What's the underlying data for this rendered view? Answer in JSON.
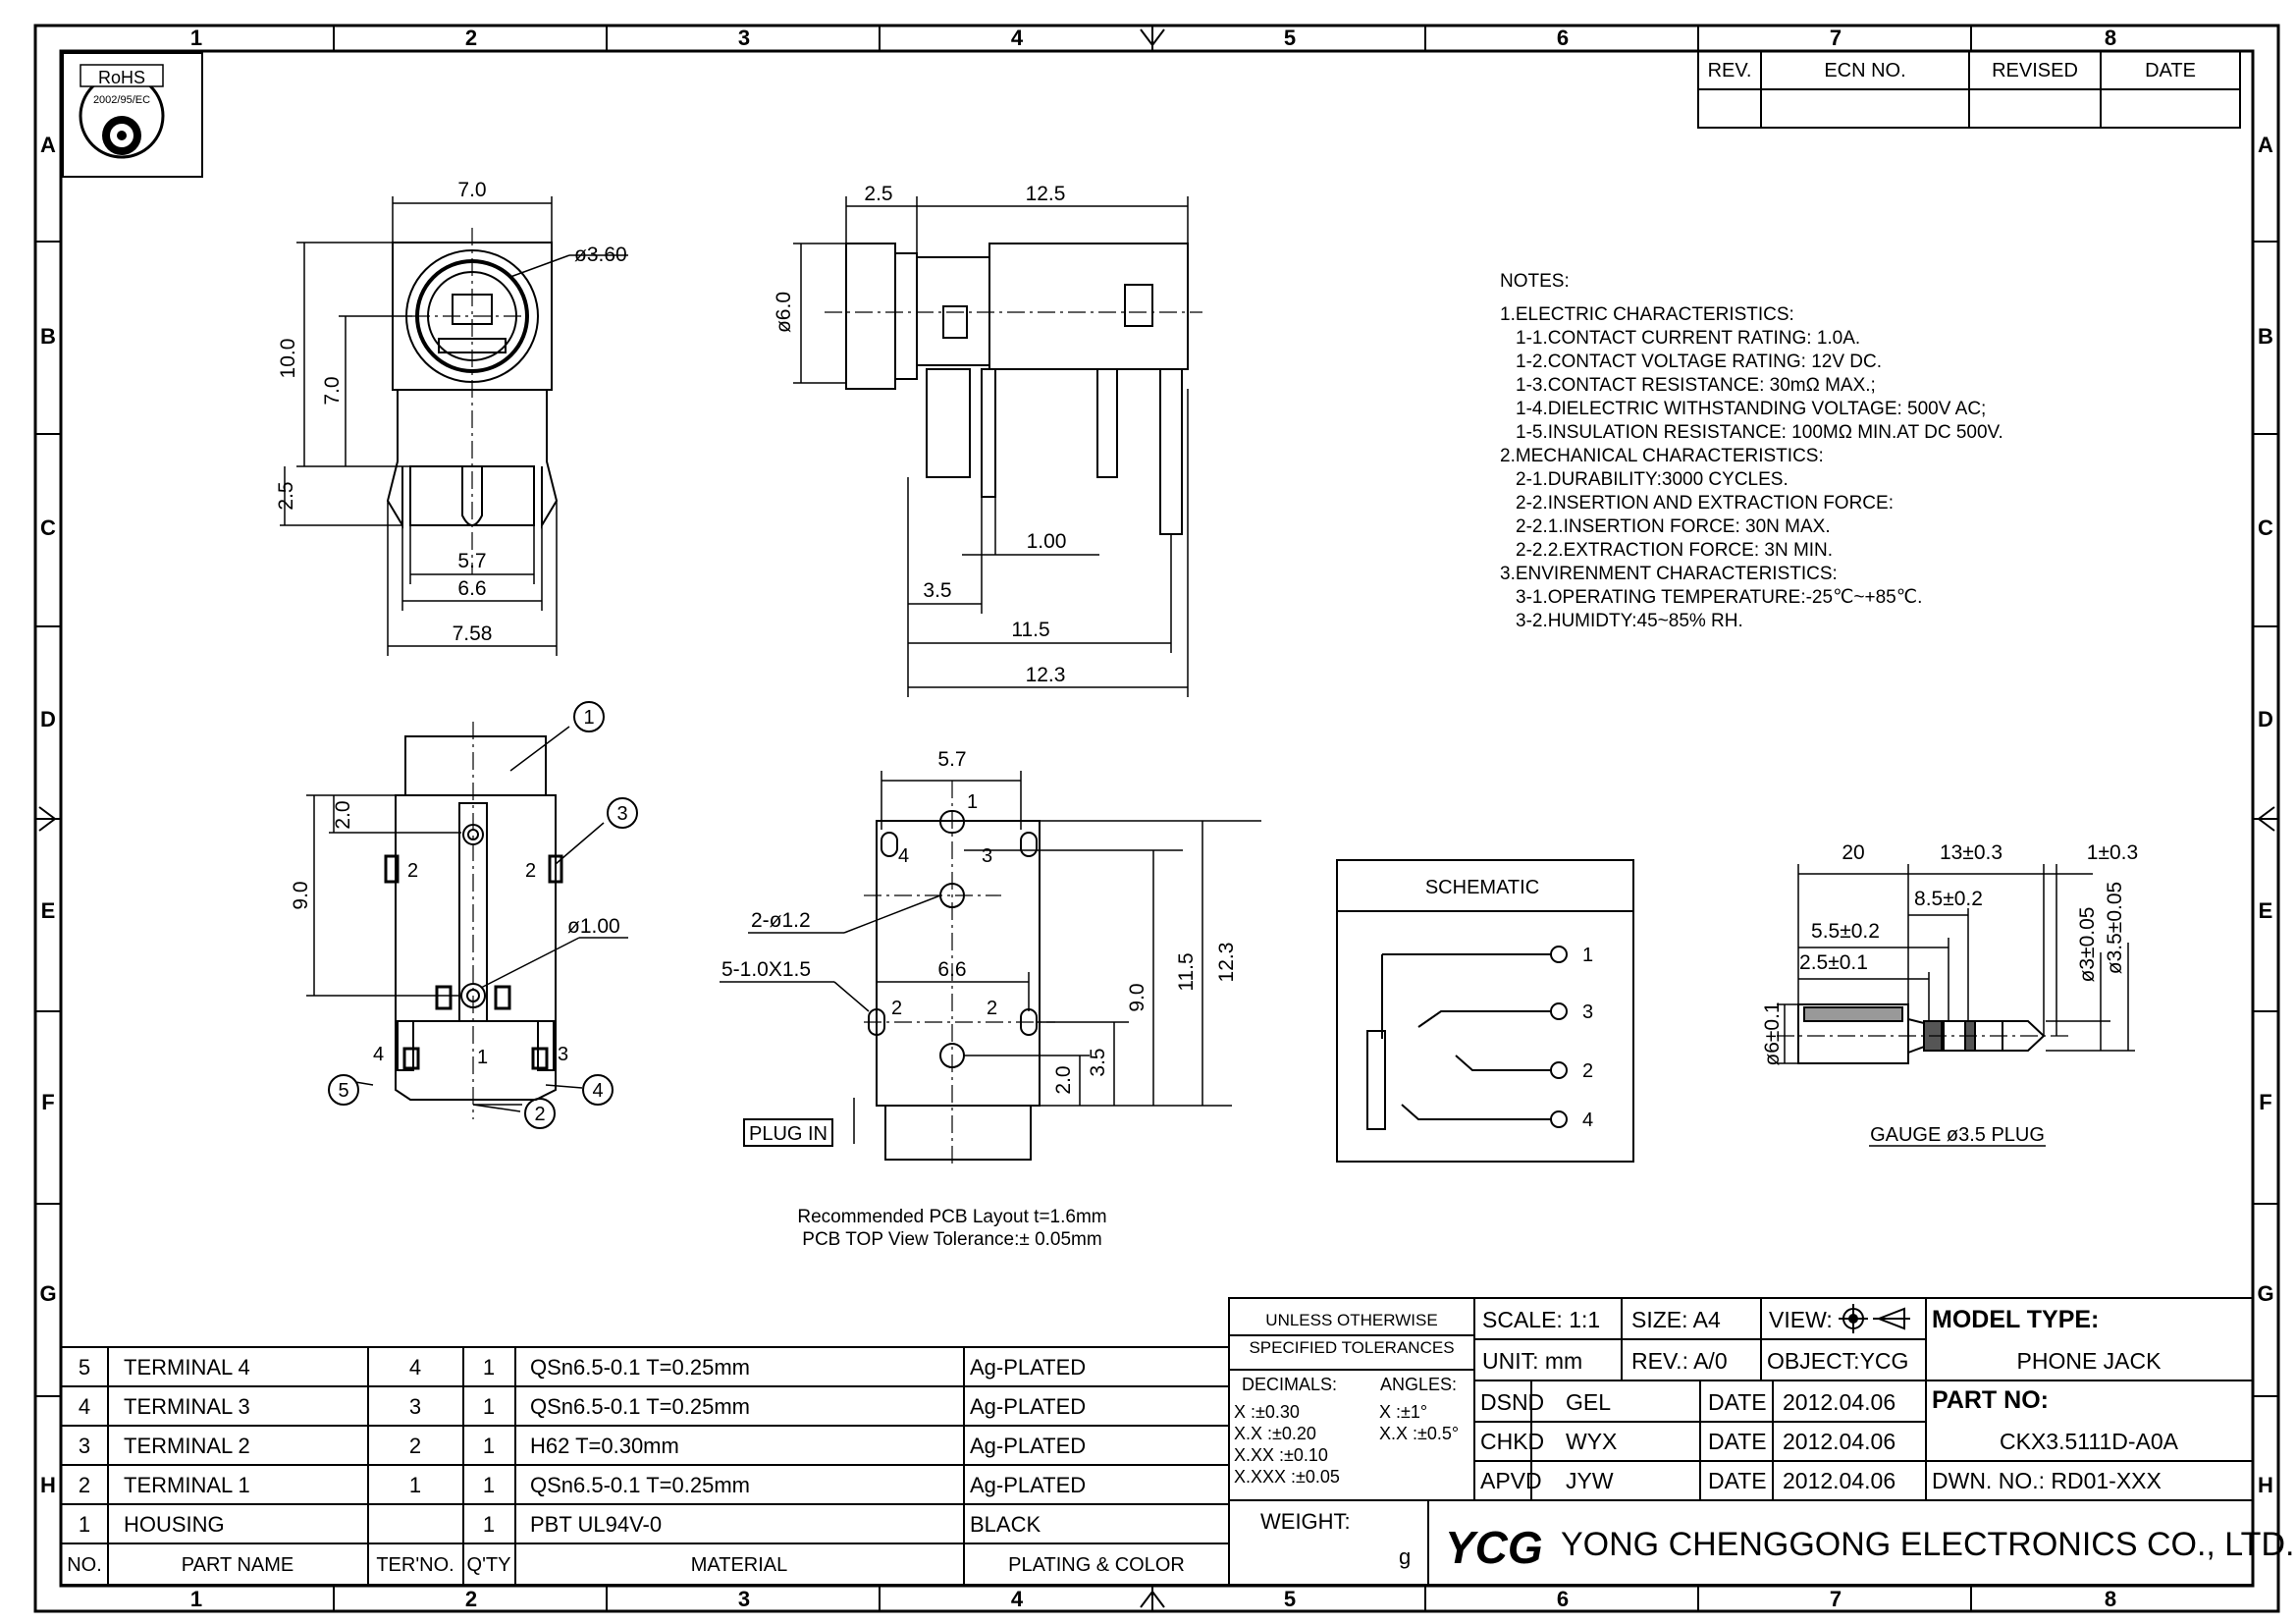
{
  "rohs": {
    "label": "RoHS",
    "directive": "2002/95/EC"
  },
  "zones": {
    "columns": [
      "1",
      "2",
      "3",
      "4",
      "5",
      "6",
      "7",
      "8"
    ],
    "rows": [
      "A",
      "B",
      "C",
      "D",
      "E",
      "F",
      "G",
      "H"
    ]
  },
  "revision_table": {
    "headers": [
      "REV.",
      "ECN NO.",
      "REVISED",
      "DATE"
    ]
  },
  "dims": {
    "front_width": "7.0",
    "front_hole": "ø3.60",
    "front_height": "10.0",
    "front_center": "7.0",
    "front_pin": "2.5",
    "front_57": "5.7",
    "front_66": "6.6",
    "front_758": "7.58",
    "side_25": "2.5",
    "side_125": "12.5",
    "side_dia": "ø6.0",
    "side_100": "1.00",
    "side_35": "3.5",
    "side_115": "11.5",
    "side_123": "12.3",
    "bottom_20": "2.0",
    "bottom_90": "9.0",
    "bottom_hole": "ø1.00",
    "pcb_57": "5.7",
    "pcb_holes": "2-ø1.2",
    "pcb_slots": "5-1.0X1.5",
    "pcb_66": "6.6",
    "pcb_90": "9.0",
    "pcb_115": "11.5",
    "pcb_123": "12.3",
    "pcb_35": "3.5",
    "pcb_20": "2.0",
    "plug_20": "20",
    "plug_13": "13±0.3",
    "plug_1": "1±0.3",
    "plug_85": "8.5±0.2",
    "plug_55": "5.5±0.2",
    "plug_25": "2.5±0.1",
    "plug_d3": "ø3±0.05",
    "plug_d35": "ø3.5±0.05",
    "plug_d6": "ø6±0.1"
  },
  "labels": {
    "circle_1": "1",
    "circle_2": "2",
    "circle_3": "3",
    "circle_4": "4",
    "circle_5": "5",
    "pin_1": "1",
    "pin_2": "2",
    "pin_3": "3",
    "pin_4": "4",
    "plug_in": "PLUG IN",
    "pcb_caption_1": "Recommended PCB Layout t=1.6mm",
    "pcb_caption_2": "PCB TOP View Tolerance:± 0.05mm",
    "schematic_title": "SCHEMATIC",
    "gauge": "GAUGE ø3.5 PLUG"
  },
  "notes": [
    "NOTES:",
    "1.ELECTRIC CHARACTERISTICS:",
    "1-1.CONTACT CURRENT RATING: 1.0A.",
    "1-2.CONTACT VOLTAGE RATING: 12V DC.",
    "1-3.CONTACT RESISTANCE: 30mΩ MAX.;",
    "1-4.DIELECTRIC WITHSTANDING VOLTAGE: 500V AC;",
    "1-5.INSULATION RESISTANCE: 100MΩ MIN.AT DC 500V.",
    "2.MECHANICAL CHARACTERISTICS:",
    "2-1.DURABILITY:3000 CYCLES.",
    "2-2.INSERTION AND EXTRACTION FORCE:",
    "2-2.1.INSERTION FORCE: 30N MAX.",
    "2-2.2.EXTRACTION FORCE: 3N MIN.",
    "3.ENVIRENMENT CHARACTERISTICS:",
    "3-1.OPERATING TEMPERATURE:-25℃~+85℃.",
    "3-2.HUMIDTY:45~85% RH."
  ],
  "bom": {
    "headers": [
      "NO.",
      "PART NAME",
      "TER'NO.",
      "Q'TY",
      "MATERIAL",
      "PLATING & COLOR"
    ],
    "rows": [
      [
        "5",
        "TERMINAL  4",
        "4",
        "1",
        "QSn6.5-0.1  T=0.25mm",
        "Ag-PLATED"
      ],
      [
        "4",
        "TERMINAL  3",
        "3",
        "1",
        "QSn6.5-0.1  T=0.25mm",
        "Ag-PLATED"
      ],
      [
        "3",
        "TERMINAL  2",
        "2",
        "1",
        "H62  T=0.30mm",
        "Ag-PLATED"
      ],
      [
        "2",
        "TERMINAL  1",
        "1",
        "1",
        "QSn6.5-0.1  T=0.25mm",
        "Ag-PLATED"
      ],
      [
        "1",
        "HOUSING",
        "",
        "1",
        "PBT  UL94V-0",
        "BLACK"
      ]
    ]
  },
  "title_block": {
    "tol_title_1": "UNLESS OTHERWISE",
    "tol_title_2": "SPECIFIED TOLERANCES",
    "decimals": "DECIMALS:",
    "angles": "ANGLES:",
    "tol_x": "X      :±0.30",
    "tol_xx": "X.X    :±0.20",
    "tol_xxx": "X.XX   :±0.10",
    "tol_xxxx": "X.XXX  :±0.05",
    "ang_x": "X     :±1°",
    "ang_xx": "X.X :±0.5°",
    "weight": "WEIGHT:",
    "weight_unit": "g",
    "scale": "SCALE:  1:1",
    "size": "SIZE:  A4",
    "view": "VIEW:",
    "unit": "UNIT:  mm",
    "rev": "REV.:  A/0",
    "object": "OBJECT:YCG",
    "dsnd": "DSND",
    "dsnd_name": "GEL",
    "chkd": "CHKD",
    "chkd_name": "WYX",
    "apvd": "APVD",
    "apvd_name": "JYW",
    "date_label": "DATE",
    "date_value": "2012.04.06",
    "model_type_label": "MODEL TYPE:",
    "model_type": "PHONE JACK",
    "part_no_label": "PART NO:",
    "part_no": "CKX3.5111D-A0A",
    "dwn_no": "DWN. NO.:  RD01-XXX",
    "company_logo": "YCG",
    "company": "YONG CHENGGONG ELECTRONICS CO., LTD."
  }
}
